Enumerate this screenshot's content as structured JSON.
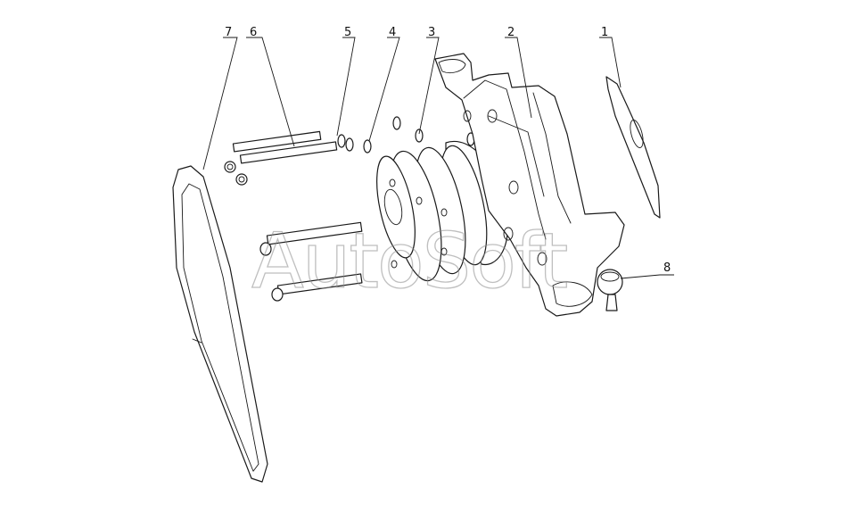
{
  "watermark": "AutoSoft",
  "callouts": [
    {
      "id": "1",
      "label": "1"
    },
    {
      "id": "2",
      "label": "2"
    },
    {
      "id": "3",
      "label": "3"
    },
    {
      "id": "4",
      "label": "4"
    },
    {
      "id": "5",
      "label": "5"
    },
    {
      "id": "6",
      "label": "6"
    },
    {
      "id": "7",
      "label": "7"
    },
    {
      "id": "8",
      "label": "8"
    }
  ],
  "colors": {
    "line": "#1a1a1a",
    "watermark": "#8c8c8c",
    "background": "#ffffff"
  }
}
